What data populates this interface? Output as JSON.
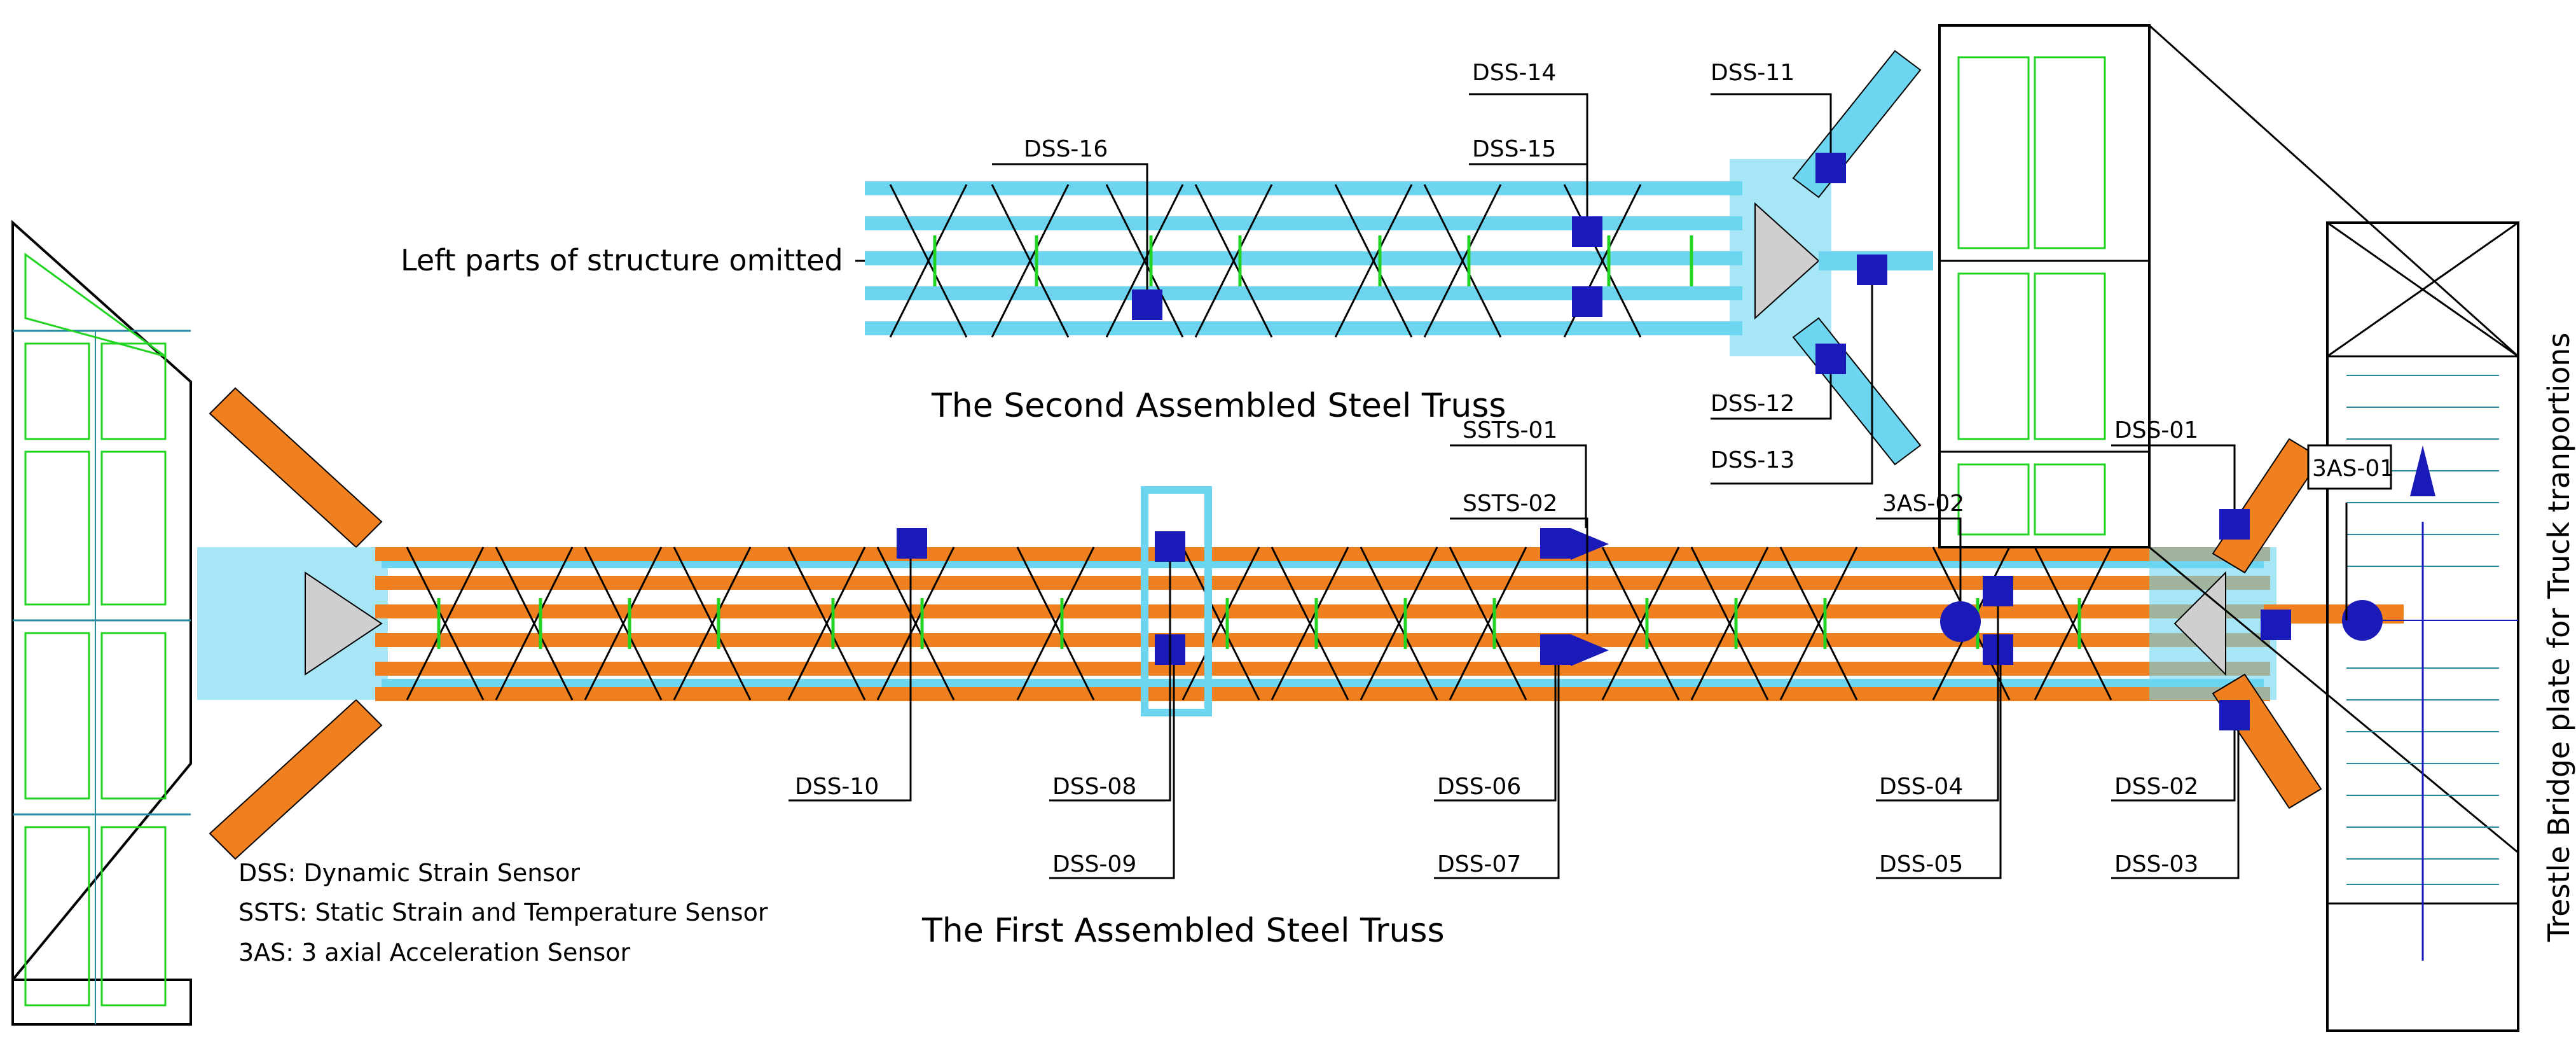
{
  "titles": {
    "first_truss": "The First Assembled Steel Truss",
    "second_truss": "The Second Assembled Steel Truss",
    "omitted_note": "Left parts of structure omitted",
    "trestle_note": "Trestle Bridge plate for Truck tranportions"
  },
  "legend": [
    "DSS: Dynamic Strain Sensor",
    "SSTS: Static Strain and Temperature Sensor",
    "3AS: 3 axial Acceleration Sensor"
  ],
  "sensors": {
    "dss01": "DSS-01",
    "dss02": "DSS-02",
    "dss03": "DSS-03",
    "dss04": "DSS-04",
    "dss05": "DSS-05",
    "dss06": "DSS-06",
    "dss07": "DSS-07",
    "dss08": "DSS-08",
    "dss09": "DSS-09",
    "dss10": "DSS-10",
    "dss11": "DSS-11",
    "dss12": "DSS-12",
    "dss13": "DSS-13",
    "dss14": "DSS-14",
    "dss15": "DSS-15",
    "dss16": "DSS-16",
    "ssts01": "SSTS-01",
    "ssts02": "SSTS-02",
    "as01": "3AS-01",
    "as02": "3AS-02"
  },
  "colors": {
    "chord": "#f07f1f",
    "frame": "#6dd5f0",
    "grid": "#22d422",
    "sensor": "#1a1ab8",
    "member": "#000000",
    "hatch": "#2a8aa0"
  }
}
